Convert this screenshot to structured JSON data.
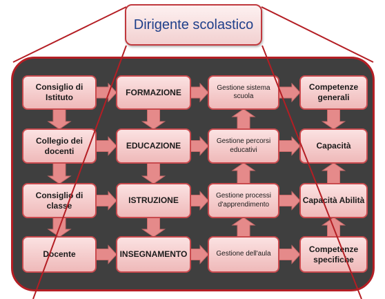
{
  "title": "Dirigente scolastico",
  "columns": [
    [
      "Consiglio di Istituto",
      "Collegio dei docenti",
      "Consiglio di classe",
      "Docente"
    ],
    [
      "FORMAZIONE",
      "EDUCAZIONE",
      "ISTRUZIONE",
      "INSEGNAMENTO"
    ],
    [
      "Gestione sistema scuola",
      "Gestione percorsi educativi",
      "Gestione processi d'apprendimento",
      "Gestione dell'aula"
    ],
    [
      "Competenze generali",
      "Capacità",
      "Capacità Abilità",
      "Competenze specifiche"
    ]
  ],
  "colors": {
    "panel": "#3f3f3f",
    "border": "#b41e24",
    "node_fill": "#f4cccc",
    "arrow": "#e58a8a",
    "title_text": "#1f3f8a"
  }
}
